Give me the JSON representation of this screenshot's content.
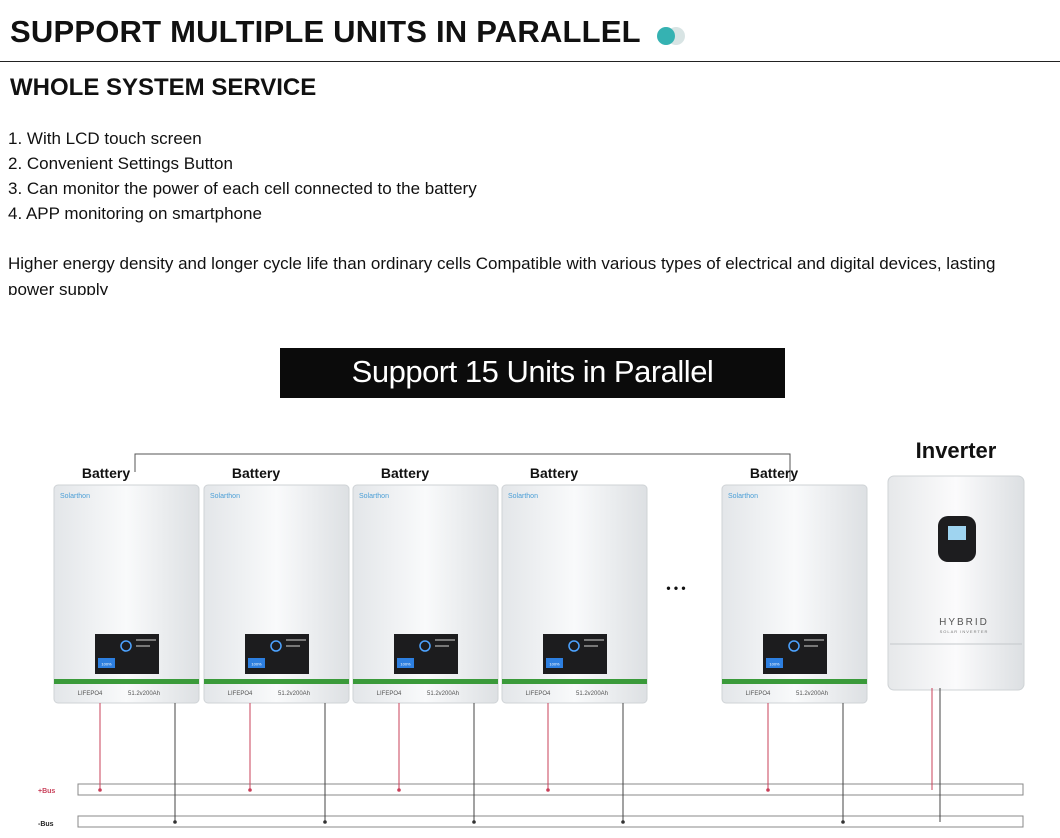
{
  "header": {
    "title": "SUPPORT MULTIPLE UNITS IN PARALLEL",
    "icon": "toggle-icon"
  },
  "section": {
    "title": "WHOLE SYSTEM SERVICE",
    "features": [
      "1. With LCD touch screen",
      "2. Convenient Settings Button",
      "3. Can monitor the power of each cell connected to the battery",
      "4. APP monitoring on smartphone"
    ],
    "description": "Higher energy density and longer cycle life than ordinary cells Compatible with various types of electrical and digital devices, lasting power supply"
  },
  "diagram": {
    "banner": "Support 15 Units in Parallel",
    "battery_label": "Battery",
    "brand": "Solarthon",
    "spec_left": "LIFEPO4",
    "spec_right": "51.2v200Ah",
    "screen_readout": "100%",
    "ellipsis": "• • •",
    "inverter_label": "Inverter",
    "inverter_brand": "HYBRID",
    "inverter_sub": "SOLAR INVERTER",
    "bus_plus": "+Bus",
    "bus_minus": "-Bus",
    "colors": {
      "accent_green": "#3a9a3a",
      "positive_wire": "#c9405a",
      "negative_wire": "#444444",
      "toggle_teal": "#35b2b2"
    }
  }
}
